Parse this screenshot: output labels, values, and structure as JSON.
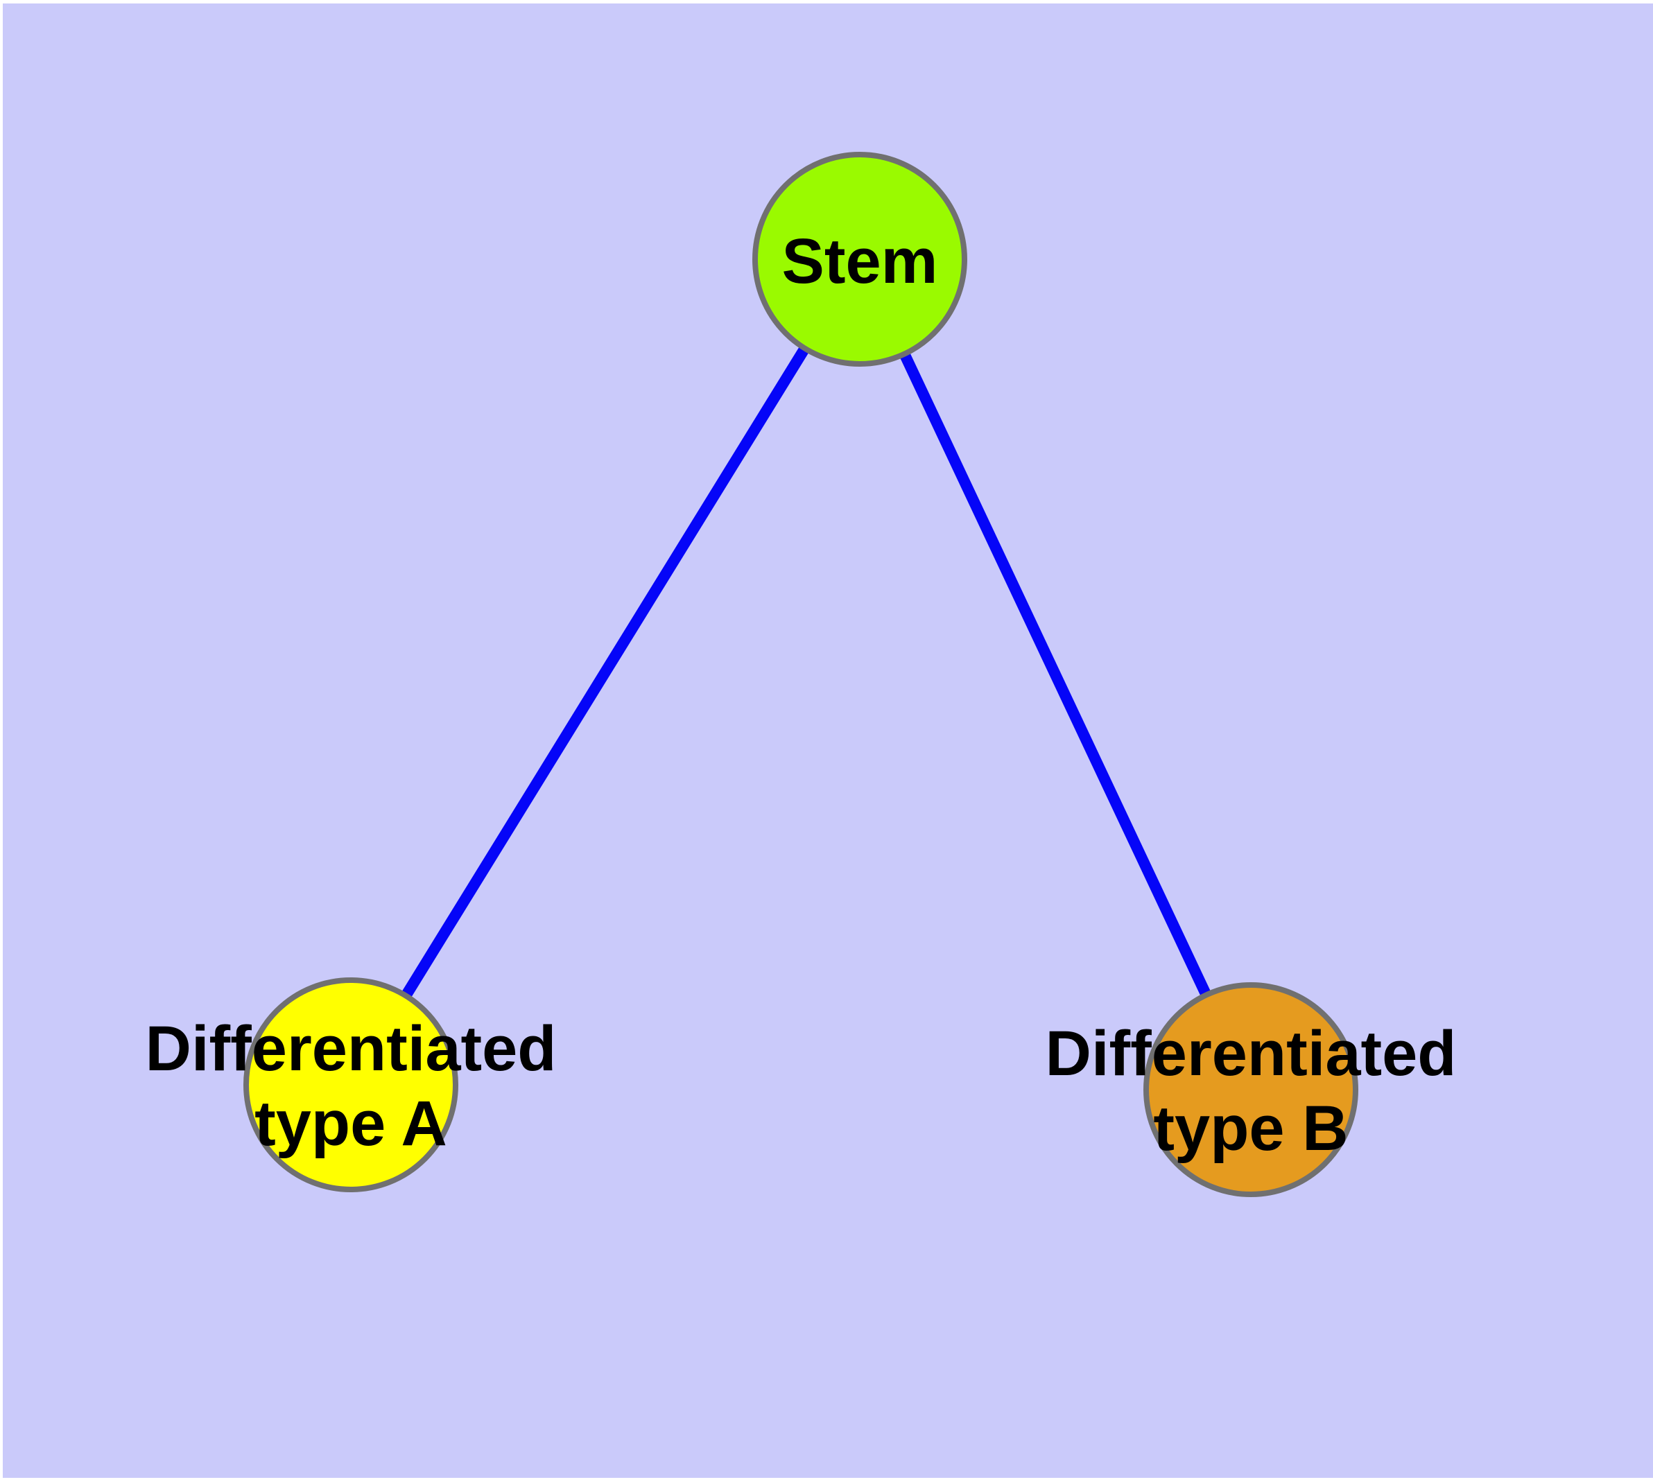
{
  "diagram": {
    "type": "graph",
    "background_color": "#CACAFA",
    "frame_color": "#707070",
    "edge_color": "#0505F8",
    "text_color": "#000000",
    "nodes": [
      {
        "id": "stem",
        "label": "Stem",
        "lines": [
          "Stem"
        ],
        "color": "#9AFA00"
      },
      {
        "id": "differentiated-type-a",
        "label": "Differentiated type A",
        "lines": [
          "Differentiated",
          "type A"
        ],
        "color": "#FFFF00"
      },
      {
        "id": "differentiated-type-b",
        "label": "Differentiated type B",
        "lines": [
          "Differentiated",
          "type B"
        ],
        "color": "#E59B1F"
      }
    ],
    "edges": [
      {
        "from": "Stem",
        "to": "Differentiated type A"
      },
      {
        "from": "Stem",
        "to": "Differentiated type B"
      }
    ]
  }
}
